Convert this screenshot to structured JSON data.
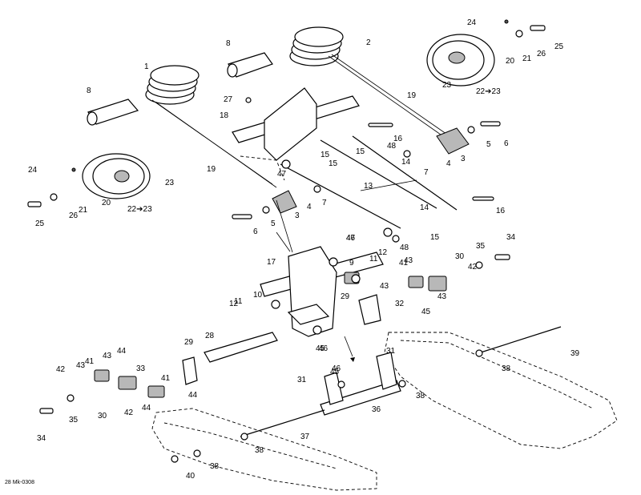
{
  "diagram": {
    "reference_code": "28 Mk-0308",
    "callouts": [
      "1",
      "2",
      "3",
      "3",
      "4",
      "4",
      "5",
      "5",
      "6",
      "6",
      "7",
      "7",
      "8",
      "8",
      "9",
      "10",
      "11",
      "11",
      "12",
      "12",
      "13",
      "14",
      "14",
      "15",
      "15",
      "15",
      "15",
      "16",
      "16",
      "17",
      "18",
      "19",
      "19",
      "20",
      "20",
      "21",
      "21",
      "22➔23",
      "22➔23",
      "23",
      "23",
      "24",
      "24",
      "25",
      "25",
      "26",
      "26",
      "27",
      "28",
      "29",
      "29",
      "30",
      "30",
      "31",
      "31",
      "32",
      "33",
      "34",
      "34",
      "35",
      "35",
      "36",
      "37",
      "38",
      "38",
      "38",
      "38",
      "39",
      "40",
      "41",
      "41",
      "41",
      "42",
      "42",
      "42",
      "43",
      "43",
      "43",
      "43",
      "43",
      "44",
      "44",
      "44",
      "45",
      "45",
      "45",
      "46",
      "46",
      "46",
      "47",
      "47",
      "48",
      "48"
    ]
  }
}
